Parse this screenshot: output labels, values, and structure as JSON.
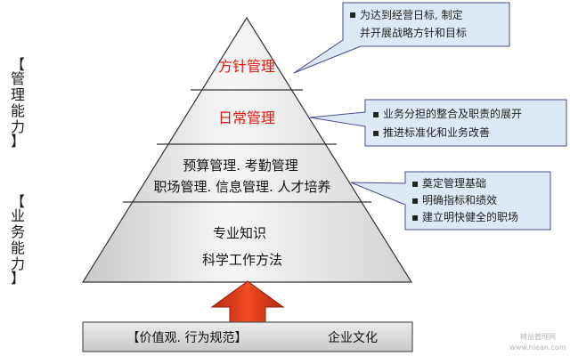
{
  "pyramid": {
    "level1": {
      "label": "方针管理",
      "color": "#e8140a"
    },
    "level2": {
      "label": "日常管理",
      "color": "#e8140a"
    },
    "level3": {
      "line1": "预算管理. 考勤管理",
      "line2": "职场管理. 信息管理. 人才培养"
    },
    "level4": {
      "line1": "专业知识",
      "line2": "科学工作方法"
    }
  },
  "side_labels": {
    "management": [
      "【",
      "管",
      "理",
      "能",
      "力",
      "】"
    ],
    "business": [
      "【",
      "业",
      "务",
      "能",
      "力",
      "】"
    ]
  },
  "callouts": {
    "c1": [
      "为达到经营日标, 制定",
      "并开展战略方针和目标"
    ],
    "c2": [
      "业务分担的整合及职责的展开",
      "推进标准化和业务改善"
    ],
    "c3": [
      "奠定管理基础",
      "明确指标和绩效",
      "建立明快健全的职场"
    ]
  },
  "base": {
    "left": "【价值观. 行为规范】",
    "right": "企业文化"
  },
  "watermark": [
    "精益管理网",
    "www.hlean.com"
  ],
  "colors": {
    "callout_fill": "#dde9f7",
    "callout_stroke": "#4a4a8a",
    "arrow": "#e23a1a",
    "base_fill": "#dcdcdc"
  }
}
